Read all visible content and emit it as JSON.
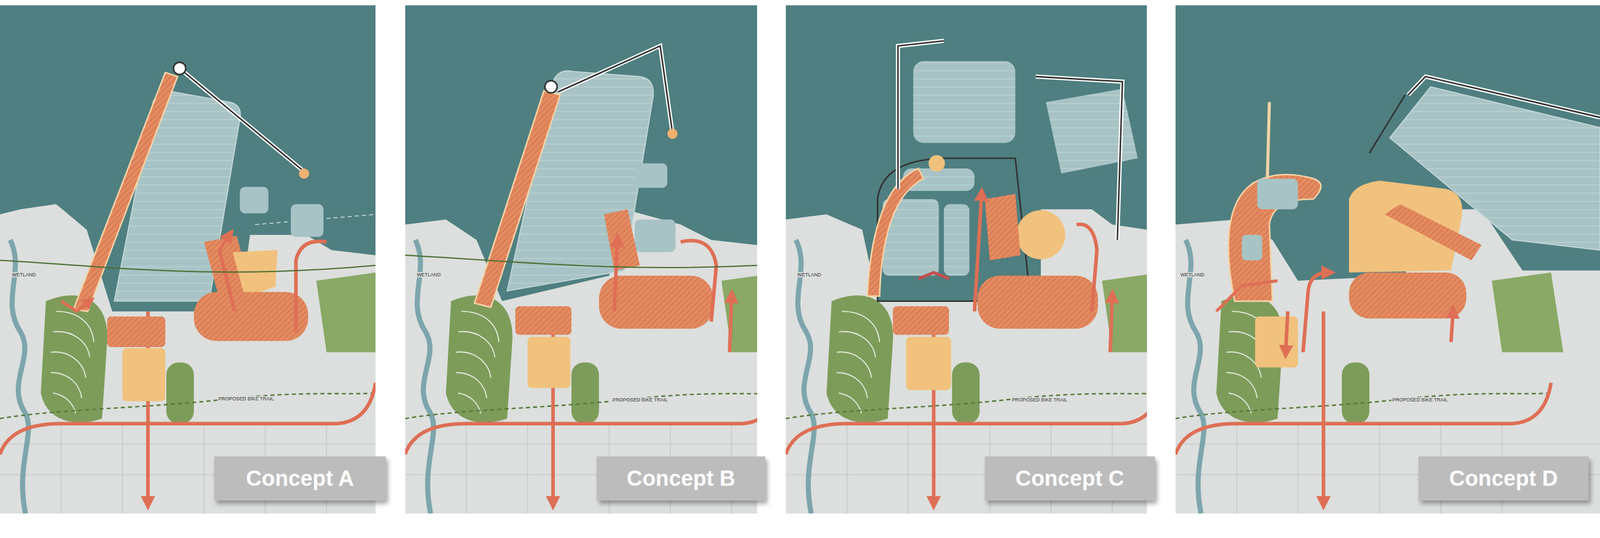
{
  "diagram": {
    "nodes": [
      {
        "text": [
          "Concept A"
        ]
      },
      {
        "text": [
          "Concept B"
        ]
      },
      {
        "text": [
          "Concept C"
        ]
      },
      {
        "text": [
          "Concept D"
        ]
      }
    ],
    "labels": [
      "WETLAND",
      "PROPOSED BIKE TRAIL",
      "WETLAND",
      "PROPOSED BIKE TRAIL",
      "WETLAND",
      "PROPOSED BIKE TRAIL",
      "WETLAND",
      "PROPOSED BIKE TRAIL"
    ]
  }
}
